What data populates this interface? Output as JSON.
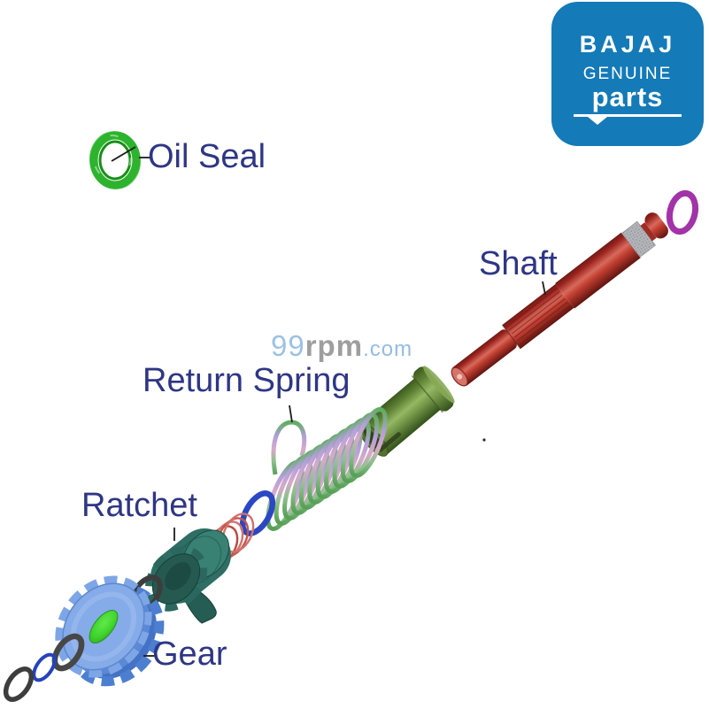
{
  "logo": {
    "brand": "BAJAJ",
    "genuine": "GENUINE",
    "parts": "parts",
    "bg_color": "#147ab8"
  },
  "watermark": {
    "prefix": "99",
    "mid": "rpm",
    "suffix": ".com"
  },
  "labels": {
    "oil_seal": "Oil Seal",
    "shaft": "Shaft",
    "return_spring": "Return Spring",
    "ratchet": "Ratchet",
    "gear": "Gear"
  },
  "parts": [
    {
      "name": "oil-seal",
      "color": "#2db32d"
    },
    {
      "name": "o-ring-magenta",
      "color": "#a233a8"
    },
    {
      "name": "kick-starter-shaft",
      "color": "#b23029"
    },
    {
      "name": "collar-bush",
      "color": "#6f9340"
    },
    {
      "name": "return-spring",
      "color": "#b2a0da"
    },
    {
      "name": "o-ring-blue",
      "color": "#2b47c3"
    },
    {
      "name": "friction-spring",
      "color": "#c4574e"
    },
    {
      "name": "ratchet",
      "color": "#2e6e64"
    },
    {
      "name": "washer-black",
      "color": "#3d3d3d"
    },
    {
      "name": "shim-blue",
      "color": "#2543bd"
    },
    {
      "name": "kick-gear",
      "color": "#85abe8"
    },
    {
      "name": "gear-hub",
      "color": "#3fd42c"
    }
  ],
  "label_color": "#2e3684"
}
